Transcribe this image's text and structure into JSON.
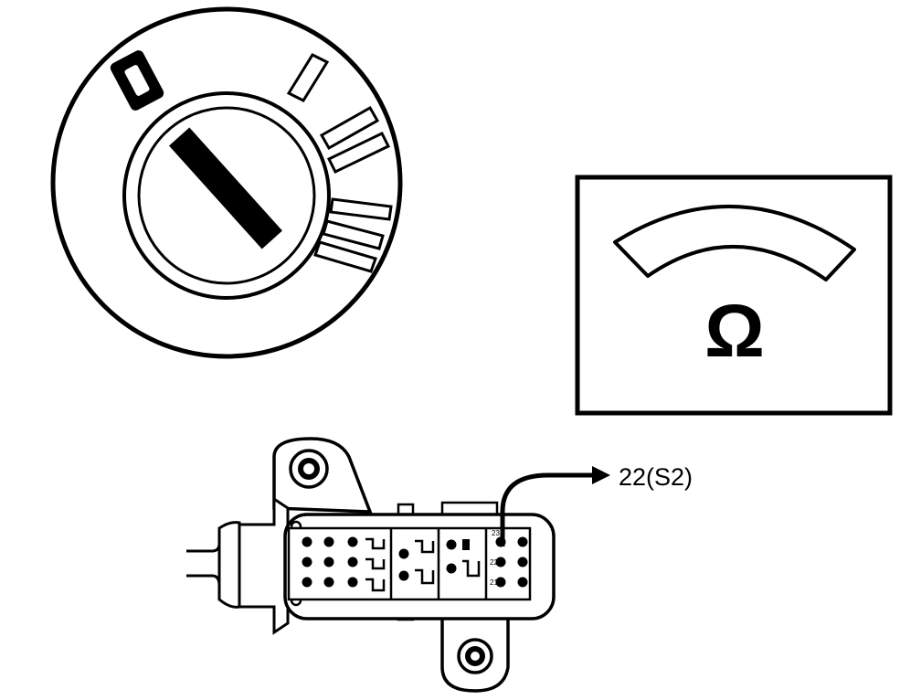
{
  "ohmmeter": {
    "symbol": "Ω"
  },
  "ignition_switch": {
    "position_marks": [
      "0",
      "I",
      "II",
      "III"
    ]
  },
  "connector": {
    "callout_label": "22(S2)",
    "pin_labels": [
      "23",
      "22",
      "21"
    ]
  },
  "colors": {
    "ink": "#000000",
    "paper": "#ffffff"
  }
}
